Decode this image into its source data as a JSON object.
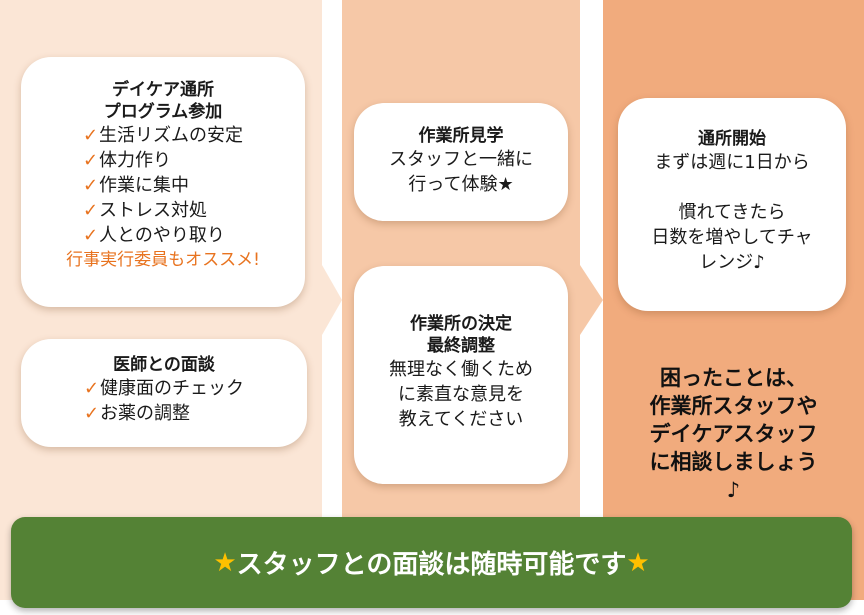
{
  "colors": {
    "column1": "#fbe6d6",
    "column2": "#f6c8a7",
    "column3": "#f1ab7d",
    "accent": "#e8731f",
    "banner": "#548235",
    "star": "#ffc000"
  },
  "check_mark": "✓",
  "daycare": {
    "title1": "デイケア通所",
    "title2": "プログラム参加",
    "items": [
      "生活リズムの安定",
      "体力作り",
      "作業に集中",
      "ストレス対処",
      "人とのやり取り"
    ],
    "note": "行事実行委員もオススメ!"
  },
  "doctor": {
    "title": "医師との面談",
    "items": [
      "健康面のチェック",
      "お薬の調整"
    ]
  },
  "visit": {
    "title": "作業所見学",
    "lines": [
      "スタッフと一緒に",
      "行って体験★"
    ]
  },
  "decide": {
    "title1": "作業所の決定",
    "title2": "最終調整",
    "lines": [
      "無理なく働くため",
      "に素直な意見を",
      "教えてください"
    ]
  },
  "start": {
    "title": "通所開始",
    "line1": "まずは週に1日から",
    "lines2": [
      "慣れてきたら",
      "日数を増やしてチャ",
      "レンジ♪"
    ]
  },
  "advice": {
    "lines": [
      "困ったことは、",
      "作業所スタッフや",
      "デイケアスタッフ",
      "に相談しましょう",
      "♪"
    ]
  },
  "banner": {
    "star_left": "★",
    "text": "スタッフとの面談は随時可能です",
    "star_right": "★"
  }
}
